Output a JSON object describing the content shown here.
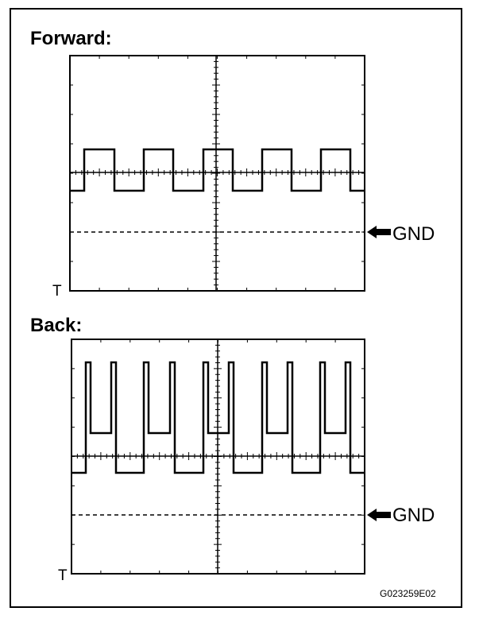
{
  "figure_code": "G023259E02",
  "panels": [
    {
      "id": "forward",
      "title": "Forward:",
      "time_label": "T",
      "gnd_label": "GND",
      "waveform": "square"
    },
    {
      "id": "back",
      "title": "Back:",
      "time_label": "T",
      "gnd_label": "GND",
      "waveform": "pulse_with_mid_step"
    }
  ],
  "colors": {
    "line": "#000000",
    "background": "#ffffff"
  },
  "icons": {
    "gnd_pointer": "left-arrow-icon"
  }
}
